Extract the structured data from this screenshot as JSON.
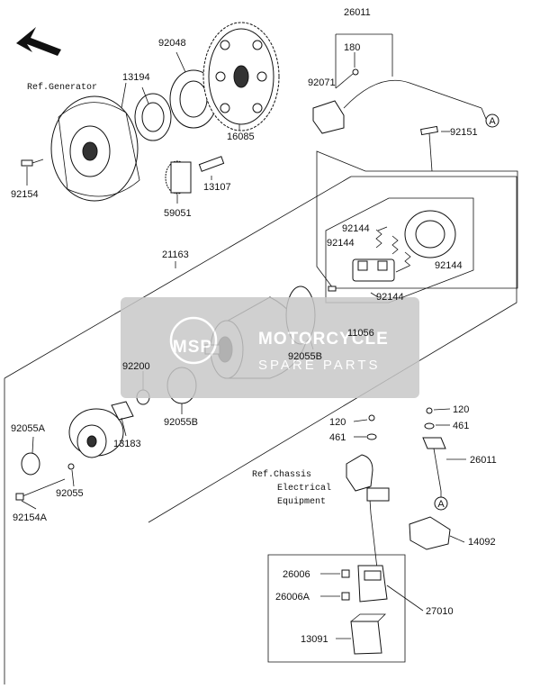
{
  "labels": {
    "p26011_top": "26011",
    "p180": "180",
    "p92048": "92048",
    "p13194": "13194",
    "ref_generator": "Ref.Generator",
    "p92071": "92071",
    "p92151": "92151",
    "p16085": "16085",
    "p92154": "92154",
    "p13107": "13107",
    "p59051": "59051",
    "p21163": "21163",
    "p92144_a": "92144",
    "p92144_b": "92144",
    "p92144_c": "92144",
    "p92144_d": "92144",
    "p11056": "11056",
    "p92055B_a": "92055B",
    "p92200": "92200",
    "p92055B_b": "92055B",
    "p13183": "13183",
    "p92055A": "92055A",
    "p92055": "92055",
    "p92154A": "92154A",
    "p120_a": "120",
    "p461_a": "461",
    "p120_b": "120",
    "p461_b": "461",
    "p26011_mid": "26011",
    "ref_chassis_1": "Ref.Chassis",
    "ref_chassis_2": "Electrical",
    "ref_chassis_3": "Equipment",
    "p14092": "14092",
    "p26006": "26006",
    "p26006A": "26006A",
    "p27010": "27010",
    "p13091": "13091",
    "callout_a": "A"
  },
  "watermark": {
    "logo": "MSP",
    "line1": "MOTORCYCLE",
    "line2": "SPARE PARTS",
    "color": "#c8c8c8"
  },
  "icons": {
    "orientation": "direction-arrow-icon"
  }
}
